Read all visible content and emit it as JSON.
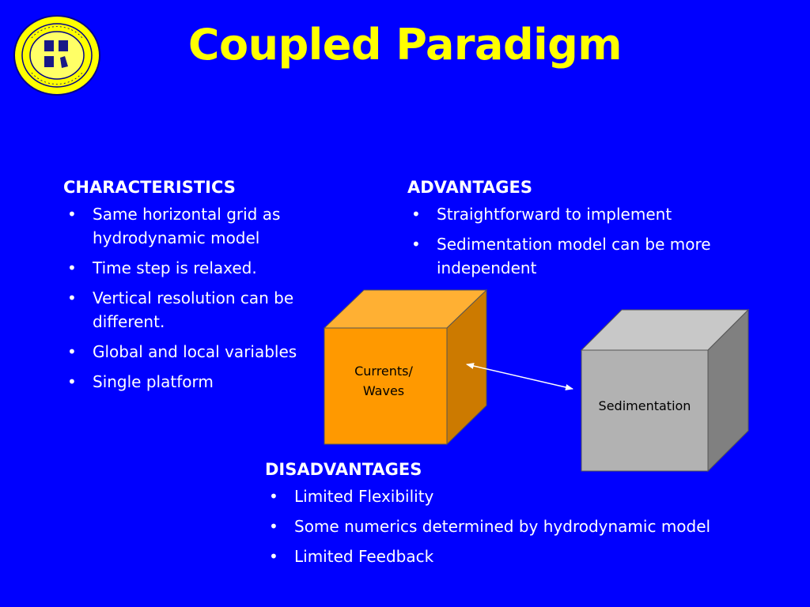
{
  "slide": {
    "title": "Coupled Paradigm",
    "background_color": "#0000ff",
    "title_color": "#ffff00"
  },
  "logo": {
    "icon": "naval-research-laboratory-seal",
    "ring_text": "NAVAL RESEARCH LABORATORY · STENNIS SPACE CENTER, MS"
  },
  "characteristics": {
    "heading": "CHARACTERISTICS",
    "items": [
      "Same horizontal grid as hydrodynamic model",
      "Time step is relaxed.",
      "Vertical resolution can be different.",
      "Global and local variables",
      "Single platform"
    ]
  },
  "advantages": {
    "heading": "ADVANTAGES",
    "items": [
      "Straightforward to implement",
      "Sedimentation model can be more independent"
    ]
  },
  "disadvantages": {
    "heading": "DISADVANTAGES",
    "items": [
      "Limited Flexibility",
      "Some numerics determined by hydrodynamic model",
      "Limited Feedback"
    ]
  },
  "diagram": {
    "bullet_glyph": "•",
    "nodes": [
      {
        "id": "currents",
        "label_line1": "Currents/",
        "label_line2": "Waves",
        "color": "#ff9900"
      },
      {
        "id": "sedimentation",
        "label_line1": "Sedimentation",
        "color": "#b2b2b2"
      }
    ],
    "edge": {
      "from": "currents",
      "to": "sedimentation",
      "direction": "bidirectional"
    }
  }
}
